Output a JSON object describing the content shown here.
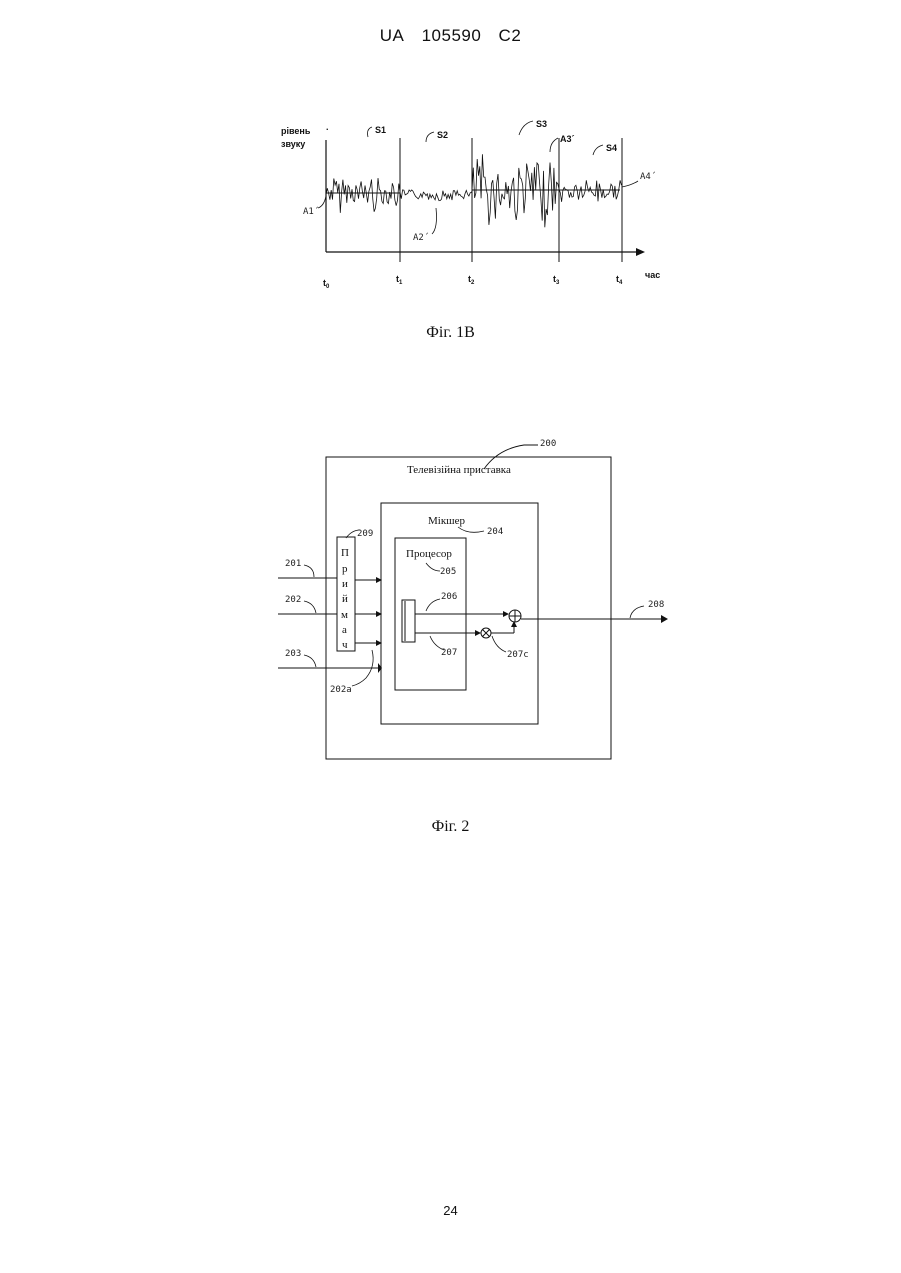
{
  "header": {
    "country": "UA",
    "number": "105590",
    "kind": "C2"
  },
  "fig1b": {
    "caption": "Фіг. 1В",
    "ylabel_line1": "рівень",
    "ylabel_line2": "звуку",
    "xlabel": "час",
    "signals": [
      "S1",
      "S2",
      "S3",
      "S4"
    ],
    "levels": [
      "A1´",
      "A2´",
      "A3´",
      "A4´"
    ],
    "ticks": [
      "t",
      "t",
      "t",
      "t",
      "t"
    ],
    "tick_subs": [
      "0",
      "1",
      "2",
      "3",
      "4"
    ]
  },
  "fig2": {
    "caption": "Фіг. 2",
    "outer_ref": "200",
    "outer_title": "Телевізійна приставка",
    "mixer_title": "Мікшер",
    "mixer_ref": "204",
    "processor_title": "Процесор",
    "processor_ref": "205",
    "receiver_ref": "209",
    "receiver_letters": [
      "П",
      "р",
      "и",
      "й",
      "м",
      "а",
      "ч"
    ],
    "inputs": [
      "201",
      "202",
      "203"
    ],
    "ref_202a": "202a",
    "ref_206": "206",
    "ref_207": "207",
    "ref_207c": "207c",
    "output_ref": "208"
  },
  "footer": {
    "page_number": "24"
  }
}
